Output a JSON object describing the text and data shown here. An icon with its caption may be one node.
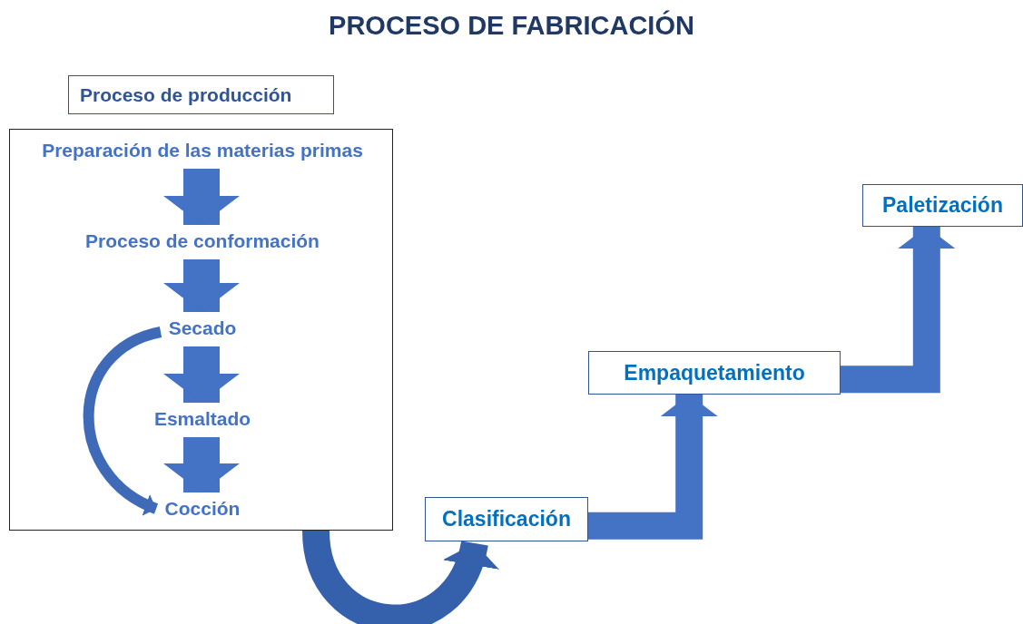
{
  "diagram": {
    "title": "PROCESO DE FABRICACIÓN",
    "nodes": [
      {
        "text": [
          "Proceso de producción"
        ]
      },
      {
        "text": [],
        "shape": "box"
      },
      {
        "text": [
          "Preparación de las materias primas"
        ],
        "in": 1
      },
      {
        "text": [
          "Proceso de conformación"
        ],
        "in": 1
      },
      {
        "text": [
          "Secado"
        ],
        "in": 1
      },
      {
        "text": [
          "Esmaltado"
        ],
        "in": 1
      },
      {
        "text": [
          "Cocción"
        ],
        "in": 1
      },
      {
        "text": [
          "Clasificación"
        ]
      },
      {
        "text": [
          "Empaquetamiento"
        ]
      },
      {
        "text": [
          "Paletización"
        ]
      }
    ],
    "edges": [
      {
        "from": 2,
        "to": 3,
        "arrow": "to"
      },
      {
        "from": 3,
        "to": 4,
        "arrow": "to"
      },
      {
        "from": 4,
        "to": 5,
        "arrow": "to"
      },
      {
        "from": 5,
        "to": 6,
        "arrow": "to"
      },
      {
        "from": 4,
        "to": 6,
        "arrow": "to"
      },
      {
        "from": 1,
        "to": 7,
        "arrow": "to"
      },
      {
        "from": 7,
        "to": 8,
        "arrow": "to"
      },
      {
        "from": 8,
        "to": 9,
        "arrow": "to"
      }
    ]
  }
}
